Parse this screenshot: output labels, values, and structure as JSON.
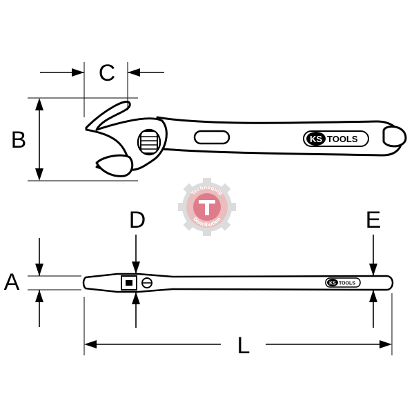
{
  "dimensions": {
    "A": "A",
    "B": "B",
    "C": "C",
    "D": "D",
    "E": "E",
    "L": "L"
  },
  "brand": {
    "logo_prefix": "KS",
    "logo_suffix": "TOOLS"
  },
  "watermark": {
    "top_text": "Technoquip",
    "bottom_text": "Distribution",
    "colors": {
      "gear": "#c0c0c0",
      "ring": "#d98a8a",
      "inner": "#c8102e"
    }
  },
  "colors": {
    "stroke": "#000000",
    "background": "#ffffff"
  }
}
